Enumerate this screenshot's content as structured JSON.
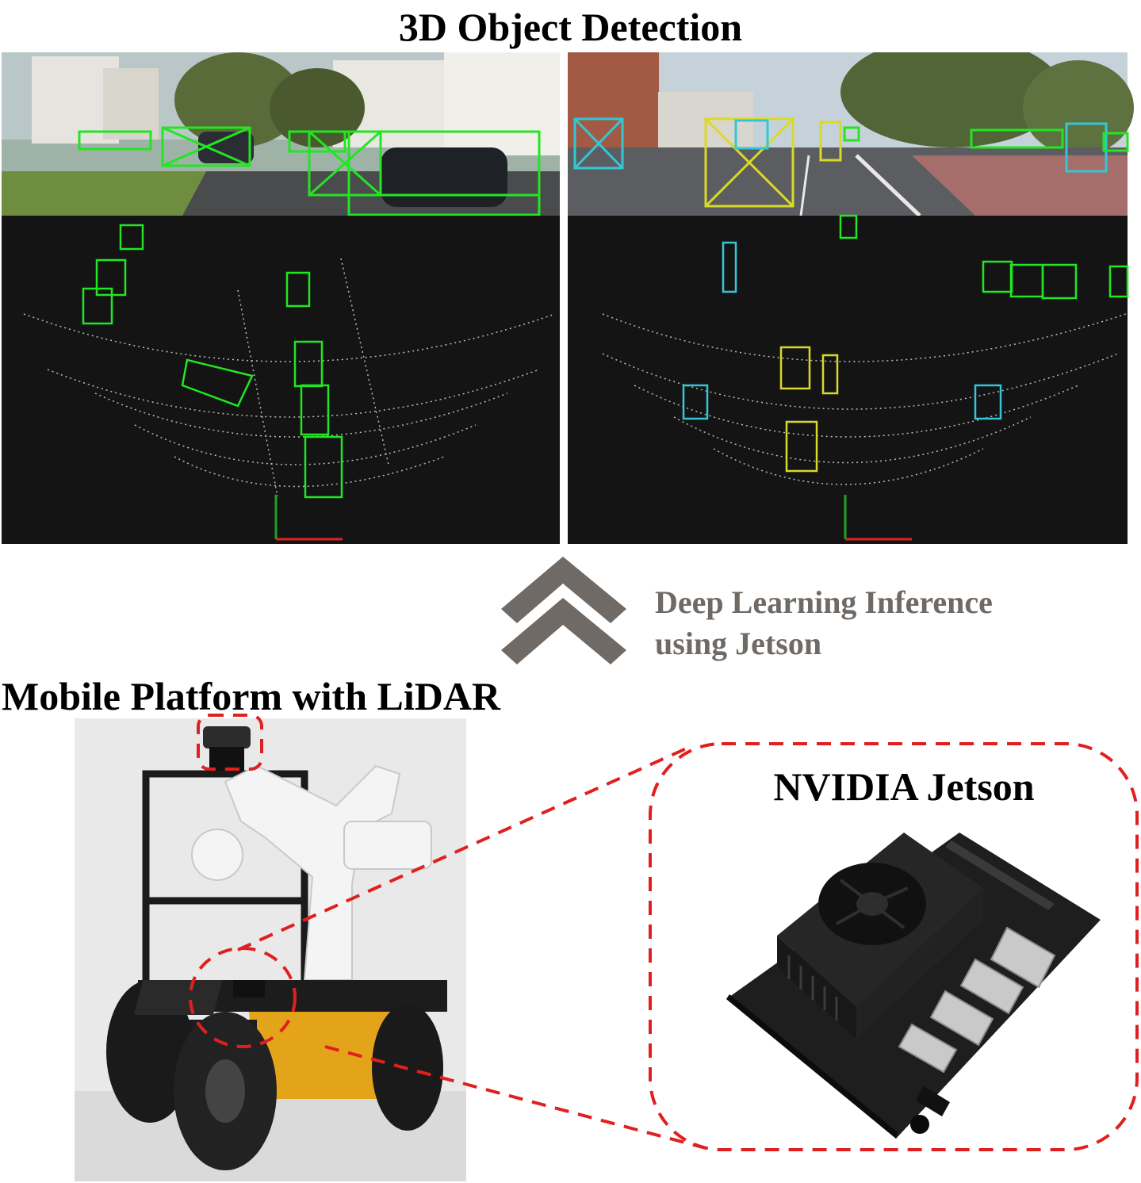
{
  "titles": {
    "detection": "3D Object Detection",
    "platform": "Mobile Platform with LiDAR",
    "jetson": "NVIDIA Jetson"
  },
  "arrow": {
    "line1": "Deep Learning Inference",
    "line2": "using Jetson",
    "color": "#6f6a66",
    "icon": "double-chevron-up-icon"
  },
  "colors": {
    "car_box": "#22e622",
    "pedestrian_box": "#35c6d6",
    "cyclist_box": "#d9d92a",
    "callout_dash": "#e02020",
    "lidar_bg": "#141414"
  }
}
